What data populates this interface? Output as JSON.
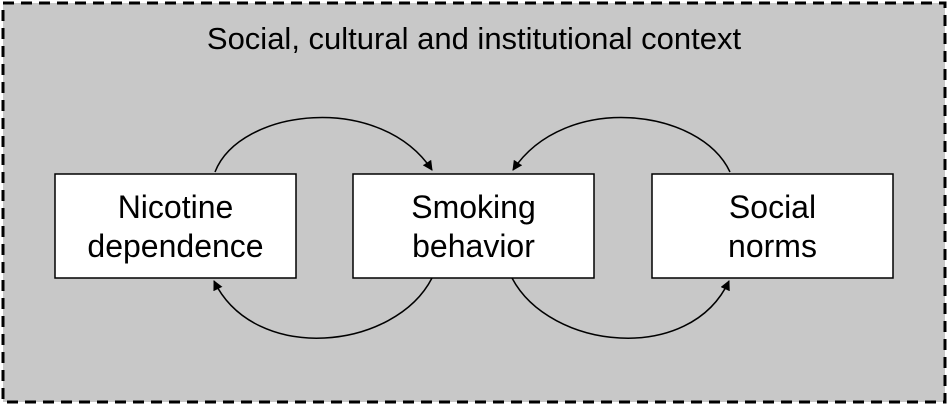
{
  "context": {
    "title": "Social, cultural and institutional context"
  },
  "nodes": {
    "nicotine": {
      "line1": "Nicotine",
      "line2": "dependence"
    },
    "smoking": {
      "line1": "Smoking",
      "line2": "behavior"
    },
    "social": {
      "line1": "Social",
      "line2": "norms"
    }
  },
  "colors": {
    "background": "#c8c8c8",
    "box_fill": "#ffffff",
    "stroke": "#000000"
  }
}
